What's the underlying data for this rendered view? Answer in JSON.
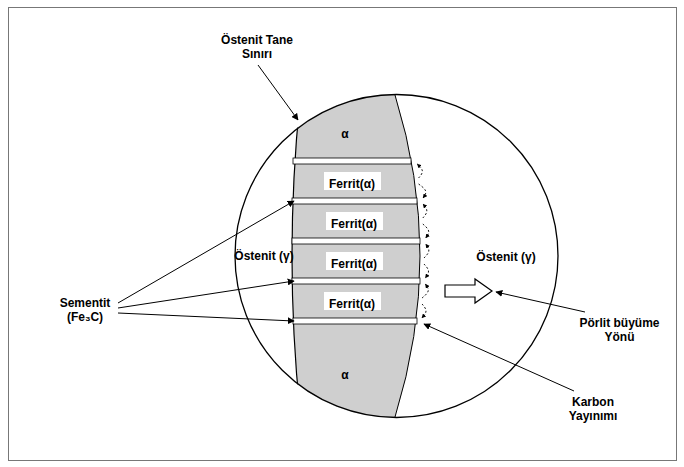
{
  "diagram": {
    "nodes": [
      {
        "text": [
          "Östenit (γ)",
          "Östenit (γ)"
        ]
      },
      {
        "text": [
          "α"
        ],
        "in": 0
      },
      {
        "text": [
          "Ferrit(α)"
        ],
        "in": 0
      },
      {
        "text": [
          "Ferrit(α)"
        ],
        "in": 0
      },
      {
        "text": [
          "Ferrit(α)"
        ],
        "in": 0
      },
      {
        "text": [
          "Ferrit(α)"
        ],
        "in": 0
      },
      {
        "text": [
          "α"
        ],
        "in": 0
      }
    ],
    "labels": [
      "Östenit Tane Sınırı",
      "Sementit (Fe₃C)",
      "Pörlit büyüme Yönü",
      "Karbon Yayınımı"
    ]
  }
}
